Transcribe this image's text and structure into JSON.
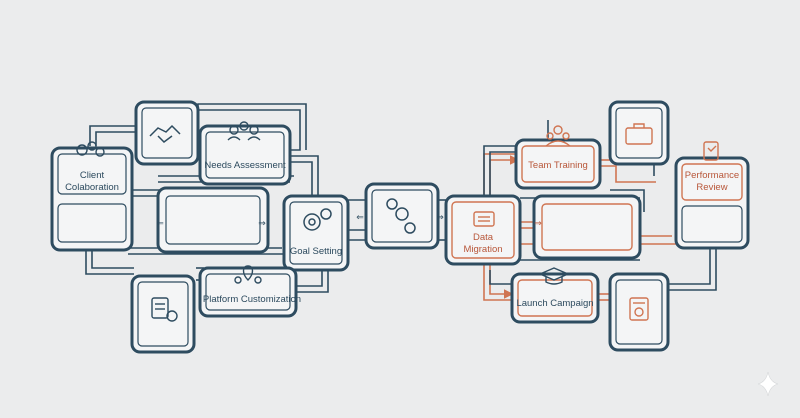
{
  "colors": {
    "navy": "#2e4c60",
    "orange": "#d07552",
    "background": "#ebeced",
    "box_fill": "#f4f5f6"
  },
  "nodes": {
    "client_collaboration": {
      "label_line1": "Client",
      "label_line2": "Colaboration",
      "icon": "gears-people-icon"
    },
    "needs_assessment": {
      "label": "Needs Assessment",
      "icon": "people-gears-icon"
    },
    "goal_setting": {
      "label": "Goal Setting",
      "icon": "gears-icon"
    },
    "platform_customization": {
      "label": "Platform Customization",
      "icon": "location-pin-people-icon"
    },
    "data_migration": {
      "label_line1": "Data",
      "label_line2": "Migration",
      "icon": "database-icon"
    },
    "team_training": {
      "label": "Team Training",
      "icon": "team-icon"
    },
    "performance_review": {
      "label_line1": "Performance",
      "label_line2": "Review",
      "icon": "clipboard-icon"
    },
    "launch_campaign": {
      "label": "Launch Campaign",
      "icon": "graduation-cap-icon"
    }
  },
  "icons": {
    "handshake": "handshake-icon",
    "document_user": "document-user-icon",
    "central_gears": "central-gears-icon",
    "toolbox": "toolbox-icon",
    "certificate": "certificate-icon",
    "sparkle": "sparkle-icon"
  }
}
